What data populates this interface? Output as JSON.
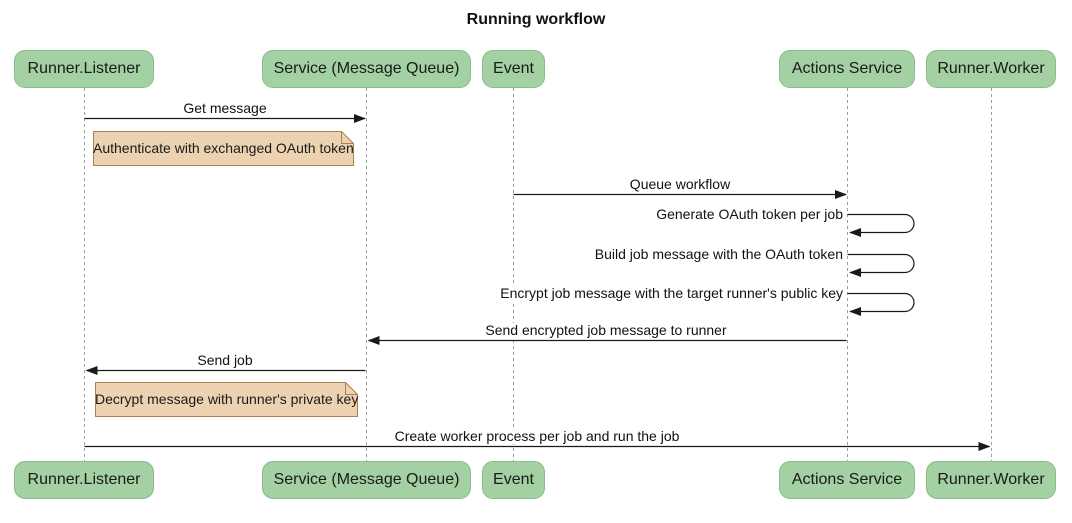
{
  "title": "Running workflow",
  "diagram": {
    "type": "sequence",
    "participants": [
      {
        "id": "runner-listener",
        "label": "Runner.Listener"
      },
      {
        "id": "service-message-queue",
        "label": "Service (Message Queue)"
      },
      {
        "id": "event",
        "label": "Event"
      },
      {
        "id": "actions-service",
        "label": "Actions Service"
      },
      {
        "id": "runner-worker",
        "label": "Runner.Worker"
      }
    ],
    "messages": [
      {
        "kind": "arrow",
        "from": "Runner.Listener",
        "to": "Service (Message Queue)",
        "label": "Get message"
      },
      {
        "kind": "note",
        "over": "Runner.Listener / Service (Message Queue)",
        "label": "Authenticate with exchanged OAuth token"
      },
      {
        "kind": "arrow",
        "from": "Event",
        "to": "Actions Service",
        "label": "Queue workflow"
      },
      {
        "kind": "self",
        "on": "Actions Service",
        "label": "Generate OAuth token per job"
      },
      {
        "kind": "self",
        "on": "Actions Service",
        "label": "Build job message with the OAuth token"
      },
      {
        "kind": "self",
        "on": "Actions Service",
        "label": "Encrypt job message with the target runner's public key"
      },
      {
        "kind": "arrow",
        "from": "Actions Service",
        "to": "Service (Message Queue)",
        "label": "Send encrypted job message to runner"
      },
      {
        "kind": "arrow",
        "from": "Service (Message Queue)",
        "to": "Runner.Listener",
        "label": "Send job"
      },
      {
        "kind": "note",
        "over": "Runner.Listener / Service (Message Queue)",
        "label": "Decrypt message with runner's private key"
      },
      {
        "kind": "arrow",
        "from": "Runner.Listener",
        "to": "Runner.Worker",
        "label": "Create worker process per job and run the job"
      }
    ],
    "colors": {
      "participant_fill": "#a3d1a3",
      "participant_border": "#89bd89",
      "note_fill": "#ecd2b0",
      "note_border": "#a9824e",
      "lifeline": "#9e9e9e",
      "arrow": "#1a1a1a",
      "text": "#111111",
      "background": "#ffffff"
    }
  }
}
